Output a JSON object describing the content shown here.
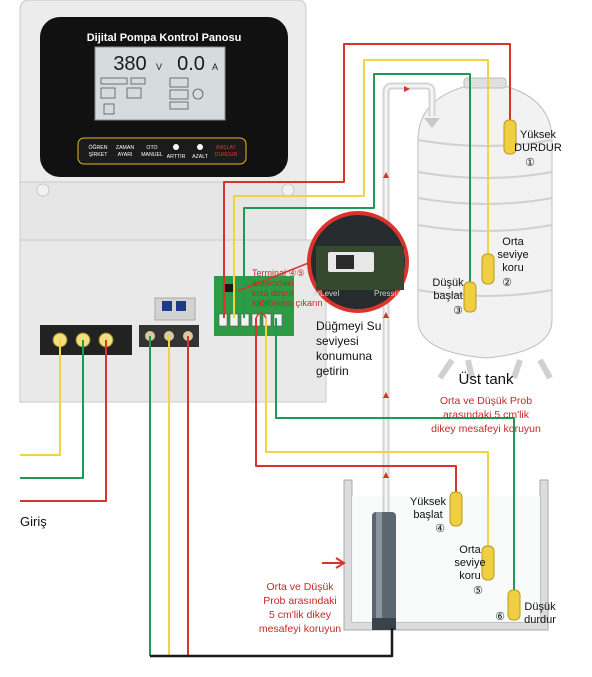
{
  "panel": {
    "title": "Dijital Pompa Kontrol Panosu",
    "voltage": "380",
    "voltage_unit": "V",
    "current": "0.0",
    "current_unit": "A",
    "buttons": [
      {
        "line1": "ÖĞREN",
        "line2": "ŞİRKET"
      },
      {
        "line1": "ZAMAN",
        "line2": "AYARI"
      },
      {
        "line1": "OTO",
        "line2": "MANUEL"
      },
      {
        "line1": "ARTTIR",
        "line2": ""
      },
      {
        "line1": "AZALT",
        "line2": ""
      },
      {
        "line1": "BAŞLAT",
        "line2": "DURDUR"
      }
    ]
  },
  "annotations": {
    "terminal_note": [
      "Terminal ④⑤",
      "arasındaki",
      "kısa devre",
      "kablosunu çıkarın"
    ],
    "switch_left": "erLevel",
    "switch_right": "Pressu",
    "switch_note": [
      "Düğmeyi Su",
      "seviyesi",
      "konumuna",
      "getirin"
    ],
    "giris": "Giriş",
    "upper_tank": "Üst tank",
    "upper_note": [
      "Orta ve Düşük Prob",
      "arasındaki 5 cm'lik",
      "dikey mesafeyi koruyun"
    ],
    "lower_note": [
      "Orta ve Düşük",
      "Prob arasındaki",
      "5 cm'lik dikey",
      "mesafeyi koruyun"
    ]
  },
  "upper_probes": [
    {
      "label": [
        "Yüksek",
        "DURDUR"
      ],
      "num": "①"
    },
    {
      "label": [
        "Orta",
        "seviye",
        "koru"
      ],
      "num": "②"
    },
    {
      "label": [
        "Düşük",
        "başlat"
      ],
      "num": "③"
    }
  ],
  "lower_probes": [
    {
      "label": [
        "Yüksek",
        "başlat"
      ],
      "num": "④"
    },
    {
      "label": [
        "Orta",
        "seviye",
        "koru"
      ],
      "num": "⑤"
    },
    {
      "label": [
        "Düşük",
        "durdur"
      ],
      "num": "⑥"
    }
  ],
  "colors": {
    "red": "#d9342b",
    "yellow": "#f2d341",
    "green": "#1f9a55",
    "black": "#1a1a1a",
    "terminal_green": "#2f9a45",
    "note_red": "#c62828"
  }
}
